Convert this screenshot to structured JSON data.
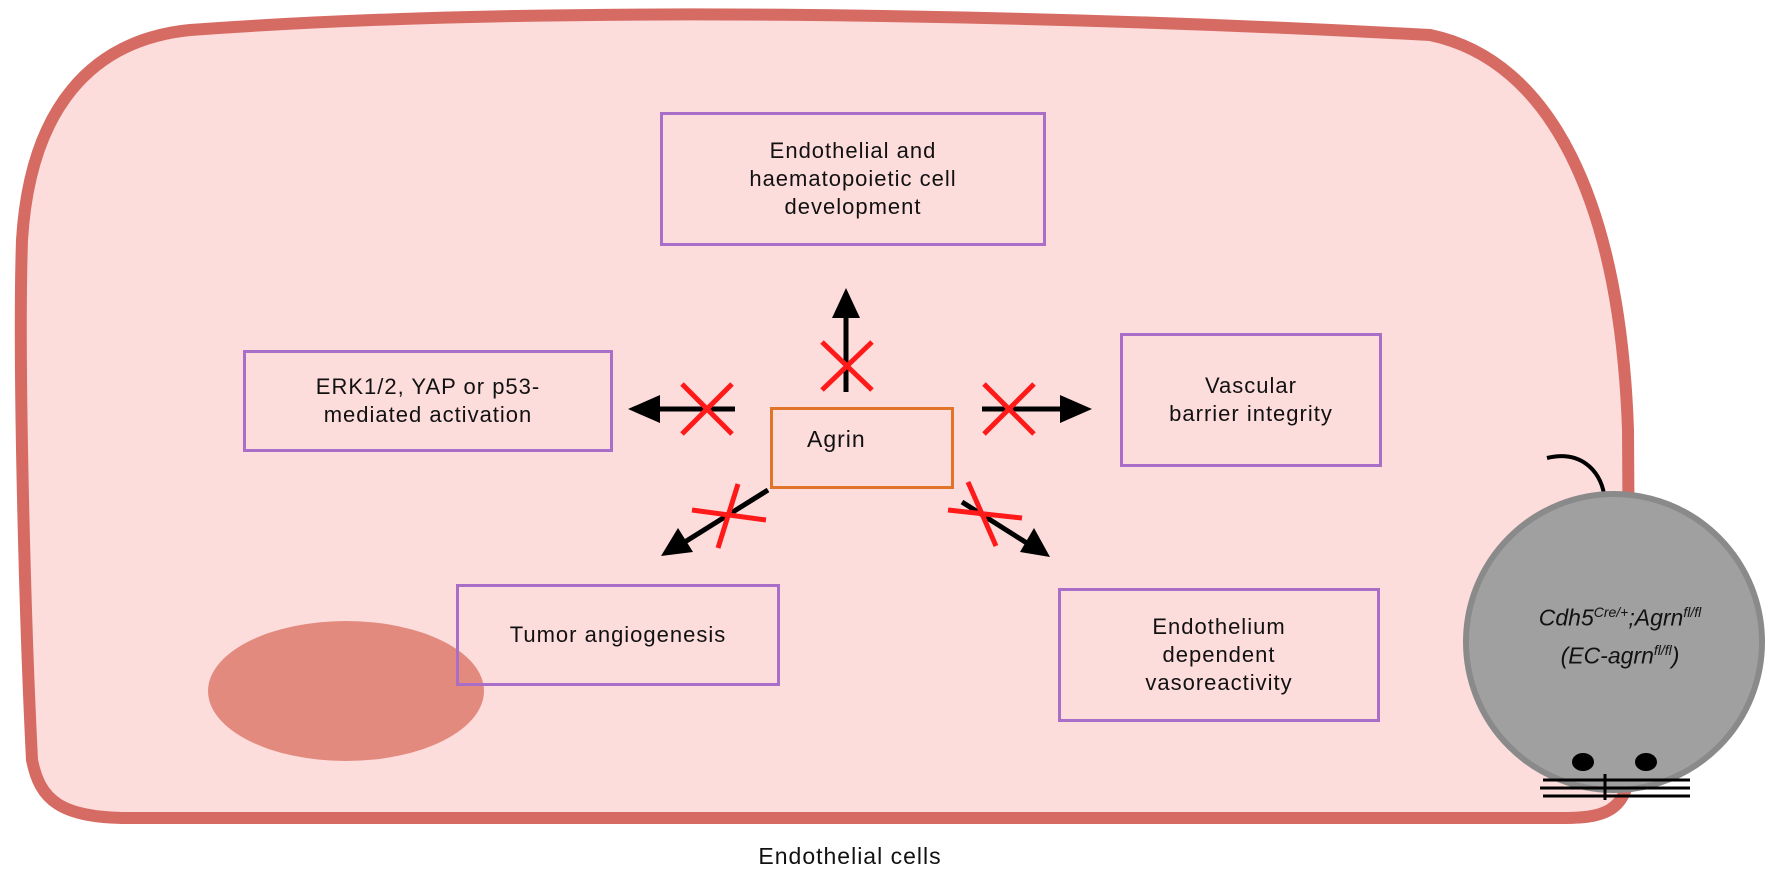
{
  "caption": "Endothelial cells",
  "center": {
    "label": "Agrin"
  },
  "outcomes": [
    {
      "id": "development",
      "label": "Endothelial and\nhaematopoietic cell\ndevelopment"
    },
    {
      "id": "activation",
      "label": "ERK1/2, YAP or p53-\nmediated activation"
    },
    {
      "id": "barrier",
      "label": "Vascular\nbarrier integrity"
    },
    {
      "id": "angiogenesis",
      "label": "Tumor angiogenesis"
    },
    {
      "id": "vasoreactivity",
      "label": "Endothelium\ndependent\nvasoreactivity"
    }
  ],
  "mouse": {
    "line1_a": "Cdh5",
    "line1_a_sup": "Cre/+",
    "line1_b": ";Agrn",
    "line1_b_sup": "fl/fl",
    "line2_a": "(EC-agrn",
    "line2_a_sup": "fl/fl",
    "line2_b": ")"
  },
  "colors": {
    "cell_fill": "#fddcdc",
    "cell_border": "#d66b63",
    "nucleus": "#e38a7f",
    "box_border": "#a86ec8",
    "center_border": "#e0742a",
    "inhibit_cross": "#ff1a1a",
    "arrow": "#000000",
    "mouse_body": "#a0a0a0"
  }
}
